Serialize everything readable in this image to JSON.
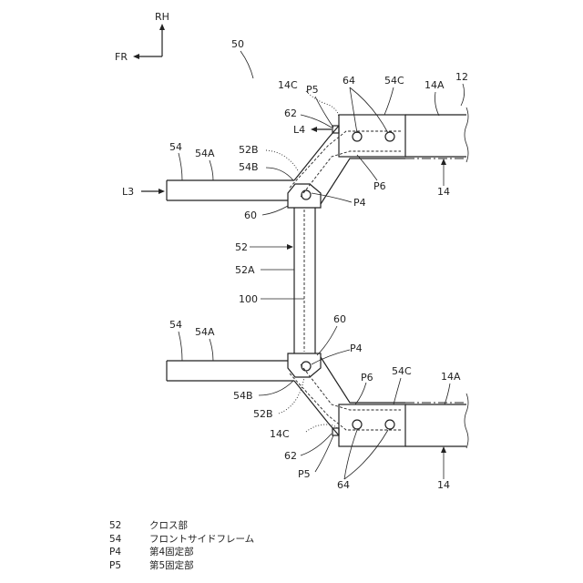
{
  "compass": {
    "rh": "RH",
    "fr": "FR"
  },
  "labels": {
    "ref_50": "50",
    "ref_12": "12",
    "l_14c_top": "14C",
    "l_p5_top": "P5",
    "l_64_top": "64",
    "l_54c_top": "54C",
    "l_14a_top": "14A",
    "l_62_top": "62",
    "l_l4": "L4",
    "l_54_top": "54",
    "l_54a_top": "54A",
    "l_52b_top": "52B",
    "l_54b_top": "54B",
    "l_l3": "L3",
    "l_p6_top": "P6",
    "l_14_top": "14",
    "l_p4_top": "P4",
    "l_60_top": "60",
    "l_52": "52",
    "l_52a": "52A",
    "l_100": "100",
    "l_54_bot": "54",
    "l_54a_bot": "54A",
    "l_60_bot": "60",
    "l_p4_bot": "P4",
    "l_p6_bot": "P6",
    "l_54c_bot": "54C",
    "l_14a_bot": "14A",
    "l_54b_bot": "54B",
    "l_52b_bot": "52B",
    "l_14c_bot": "14C",
    "l_62_bot": "62",
    "l_p5_bot": "P5",
    "l_64_bot": "64",
    "l_14_bot": "14"
  },
  "legend": [
    {
      "code": "52",
      "text": "クロス部"
    },
    {
      "code": "54",
      "text": "フロントサイドフレーム"
    },
    {
      "code": "P4",
      "text": "第4固定部"
    },
    {
      "code": "P5",
      "text": "第5固定部"
    }
  ]
}
